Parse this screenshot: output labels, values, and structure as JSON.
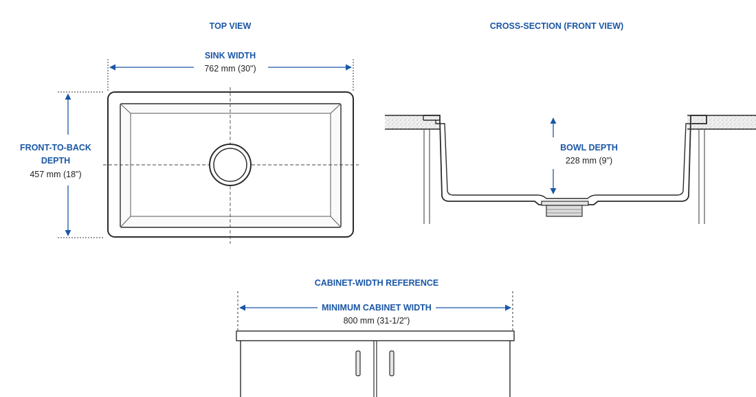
{
  "top_view": {
    "title": "TOP VIEW",
    "width_label": "SINK WIDTH",
    "width_value": "762 mm (30\")",
    "depth_label_line1": "FRONT-TO-BACK",
    "depth_label_line2": "DEPTH",
    "depth_value": "457 mm (18\")"
  },
  "cross_section": {
    "title": "CROSS-SECTION (FRONT VIEW)",
    "bowl_label": "BOWL DEPTH",
    "bowl_value": "228 mm (9\")"
  },
  "cabinet": {
    "title": "CABINET-WIDTH REFERENCE",
    "width_label": "MINIMUM CABINET WIDTH",
    "width_value": "800 mm (31-1/2\")"
  },
  "colors": {
    "dimension_blue": "#1a56a6",
    "outline": "#2b2b2b"
  }
}
